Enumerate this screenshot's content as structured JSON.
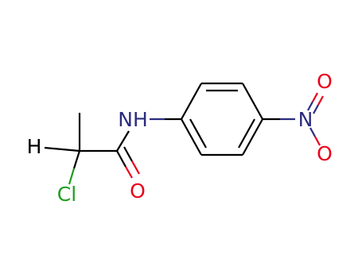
{
  "structure": {
    "atoms": {
      "h": {
        "label": "H",
        "color": "#000000"
      },
      "cl": {
        "label": "Cl",
        "color": "#1e9f1e"
      },
      "o_carbonyl": {
        "label": "O",
        "color": "#e8001a"
      },
      "nh": {
        "label": "NH",
        "color": "#2b2b80"
      },
      "n_nitro": {
        "label": "N",
        "color": "#2b2b80"
      },
      "o_nitro_top": {
        "label": "O",
        "color": "#e8001a"
      },
      "o_nitro_bottom": {
        "label": "O",
        "color": "#e8001a"
      }
    },
    "bond_color": "#000000"
  }
}
